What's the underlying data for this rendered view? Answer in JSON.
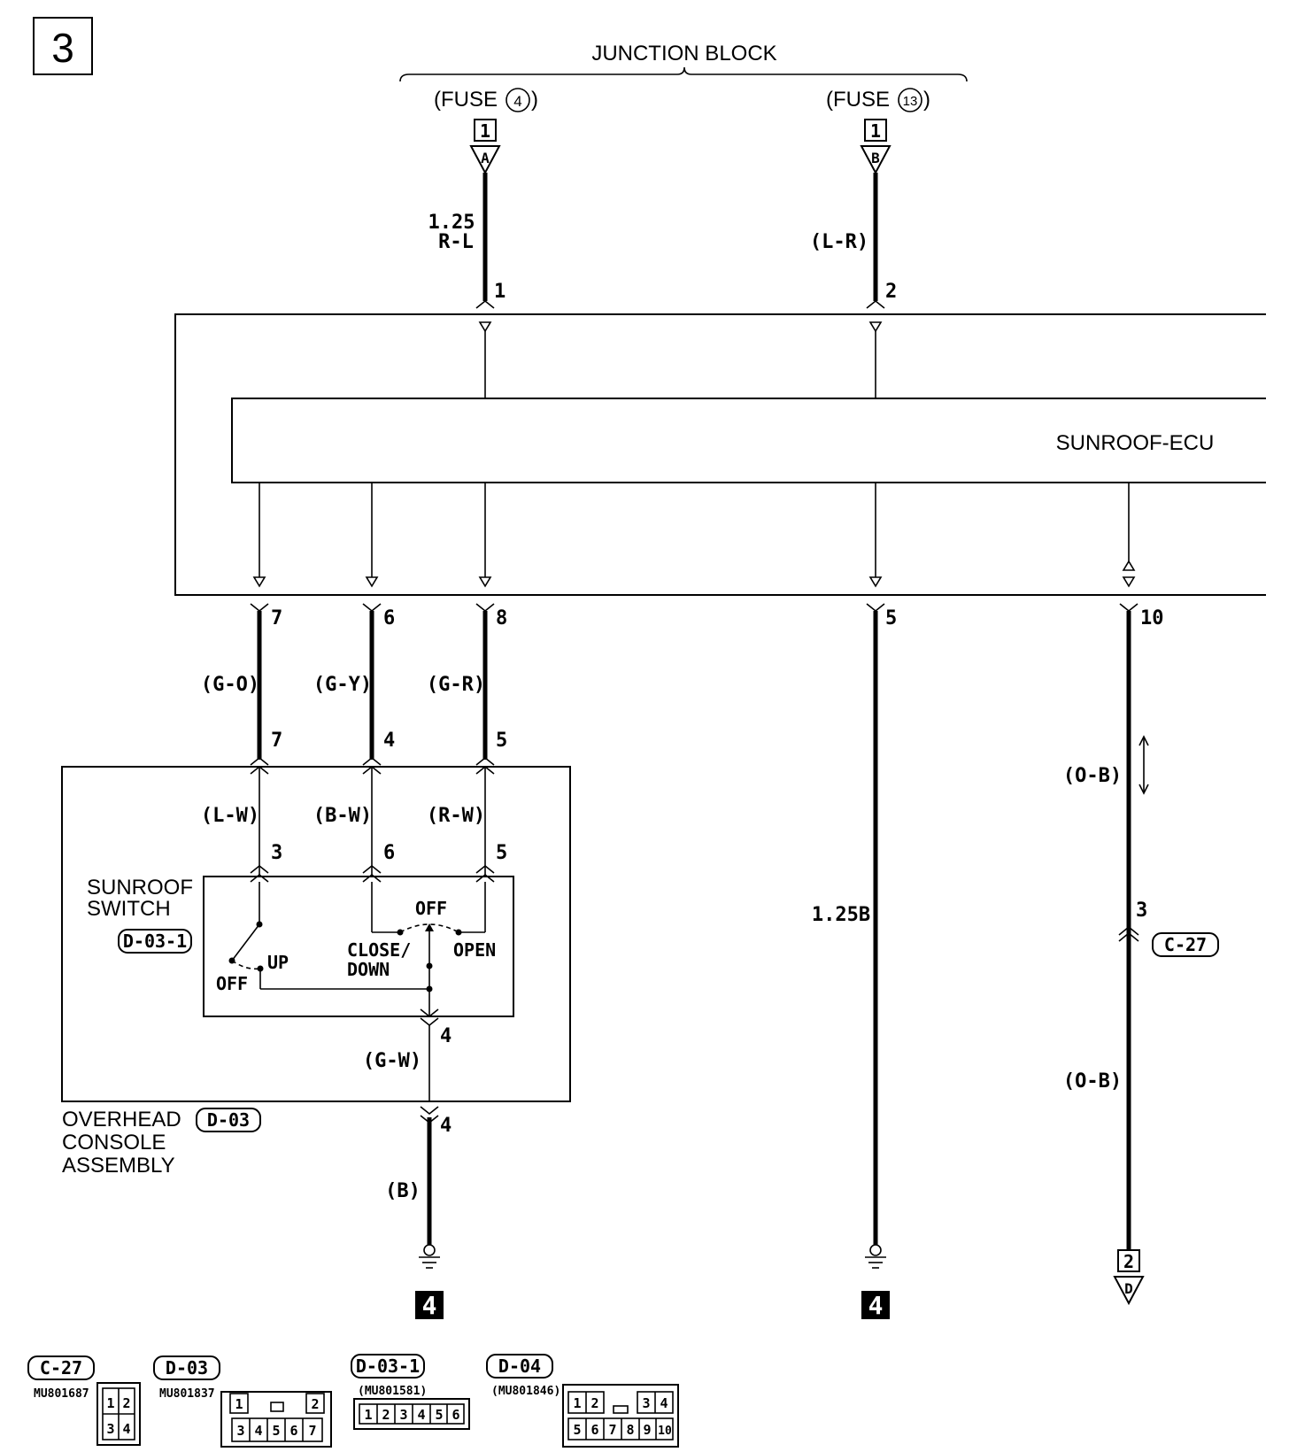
{
  "page_number": "3",
  "junction_block": {
    "label": "JUNCTION BLOCK",
    "fuse_a": {
      "label": "(FUSE",
      "num": "4",
      "close": ")",
      "terminal": "1",
      "connector": "A"
    },
    "fuse_b": {
      "label": "(FUSE",
      "num": "13",
      "close": ")",
      "terminal": "1",
      "connector": "B"
    }
  },
  "wires_top": {
    "w1_gauge": "1.25",
    "w1_color": "R-L",
    "w1_pin": "1",
    "w2_color": "(L-R)",
    "w2_pin": "2"
  },
  "ecu": {
    "label": "SUNROOF-ECU"
  },
  "ecu_pins": {
    "p7": "7",
    "p6": "6",
    "p8": "8",
    "p5": "5",
    "p10": "10"
  },
  "mid_wires": {
    "go": "(G-O)",
    "gy": "(G-Y)",
    "gr": "(G-R)",
    "go_pin": "7",
    "gy_pin": "4",
    "gr_pin": "5",
    "lw": "(L-W)",
    "bw": "(B-W)",
    "rw": "(R-W)",
    "lw_pin": "3",
    "bw_pin": "6",
    "rw_pin": "5"
  },
  "switch": {
    "label1": "SUNROOF",
    "label2": "SWITCH",
    "connector": "D-03-1",
    "off_left": "OFF",
    "up": "UP",
    "off_top": "OFF",
    "close_down1": "CLOSE/",
    "close_down2": "DOWN",
    "open": "OPEN",
    "out_pin": "4"
  },
  "console": {
    "gw": "(G-W)",
    "out_pin": "4",
    "label1": "OVERHEAD",
    "label2": "CONSOLE",
    "label3": "ASSEMBLY",
    "connector": "D-03"
  },
  "ground_wires": {
    "b": "(B)",
    "b125": "1.25B",
    "ground_ref": "4"
  },
  "ob_wire": {
    "ob1": "(O-B)",
    "ob2": "(O-B)",
    "c27_pin": "3",
    "c27": "C-27",
    "end_terminal": "2",
    "end_connector": "D"
  },
  "connectors": [
    {
      "name": "C-27",
      "part": "MU801687",
      "pins": [
        "1",
        "2",
        "3",
        "4"
      ]
    },
    {
      "name": "D-03",
      "part": "MU801837",
      "pins": [
        "1",
        "2",
        "3",
        "4",
        "5",
        "6",
        "7"
      ]
    },
    {
      "name": "D-03-1",
      "part": "(MU801581)",
      "pins": [
        "1",
        "2",
        "3",
        "4",
        "5",
        "6"
      ]
    },
    {
      "name": "D-04",
      "part": "(MU801846)",
      "pins": [
        "1",
        "2",
        "3",
        "4",
        "5",
        "6",
        "7",
        "8",
        "9",
        "10"
      ]
    }
  ]
}
